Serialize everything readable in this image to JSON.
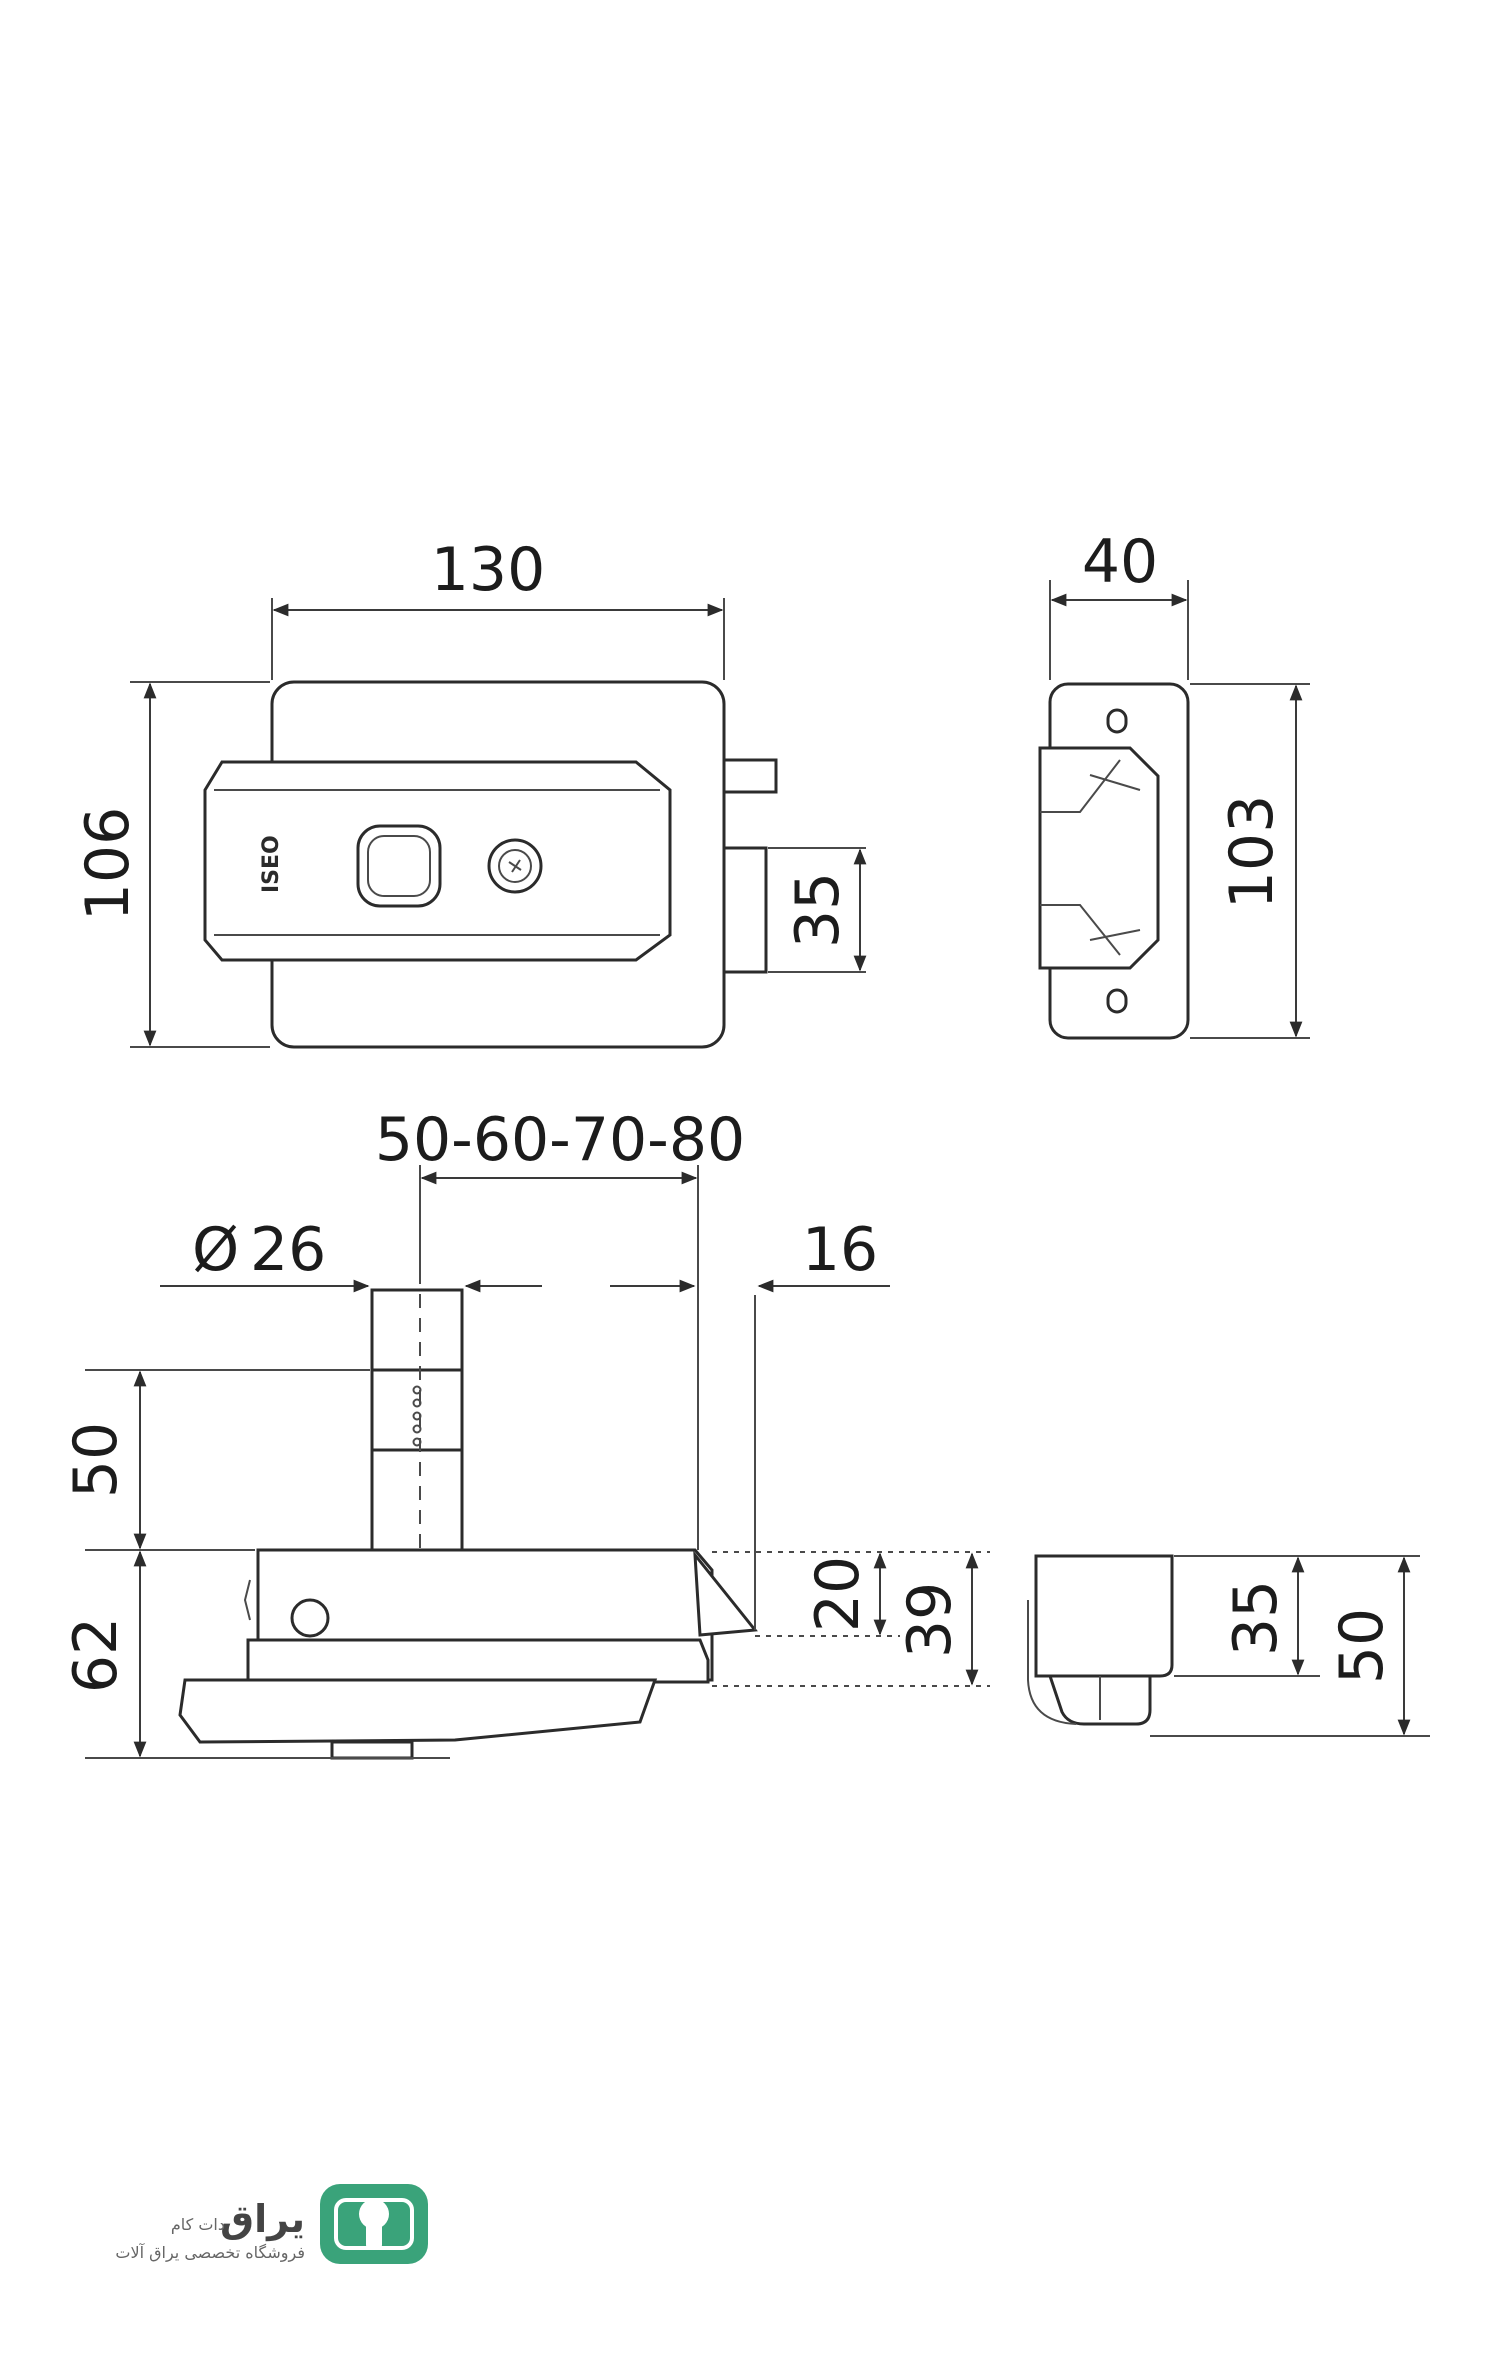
{
  "dimensions": {
    "front_width": "130",
    "front_height": "106",
    "bolt_height": "35",
    "side_depth": "40",
    "keeper_height": "103",
    "backset": "50-60-70-80",
    "cylinder_diameter": "26",
    "latch_offset": "16",
    "cylinder_length": "50",
    "body_depth": "62",
    "latch_projection": "20",
    "deadbolt_projection": "39",
    "keeper_depth": "35",
    "keeper_total": "50"
  },
  "product_mark": "ISEO",
  "diameter_symbol": "Ø",
  "logo": {
    "name": "یراق",
    "suffix": "دات کام",
    "tagline": "فروشگاه تخصصی یراق آلات",
    "color": "#3aa37a"
  }
}
